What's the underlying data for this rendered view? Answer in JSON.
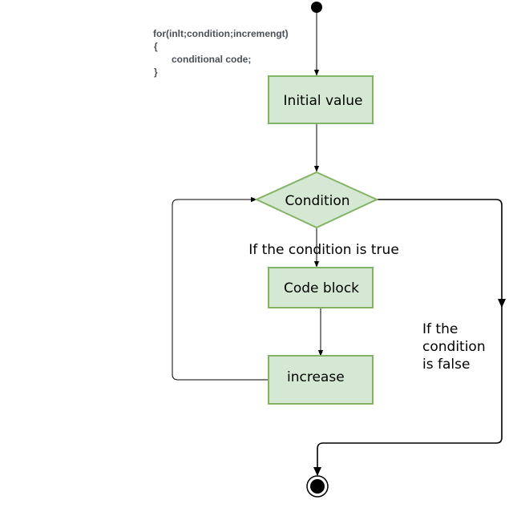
{
  "code_snippet": {
    "line1": "for(inlt;condition;incremengt)",
    "line2": "{",
    "line3": "conditional code;",
    "line4": "}"
  },
  "nodes": {
    "initial_value": "Initial value",
    "condition": "Condition",
    "code_block": "Code block",
    "increase": "increase"
  },
  "edge_labels": {
    "true_label": "If the condition is true",
    "false_line1": "If the",
    "false_line2": "condition",
    "false_line3": "is false"
  },
  "colors": {
    "node_fill": "#d5e8d4",
    "node_stroke": "#82b366",
    "line": "#000000",
    "code_text": "#4a4f58"
  }
}
